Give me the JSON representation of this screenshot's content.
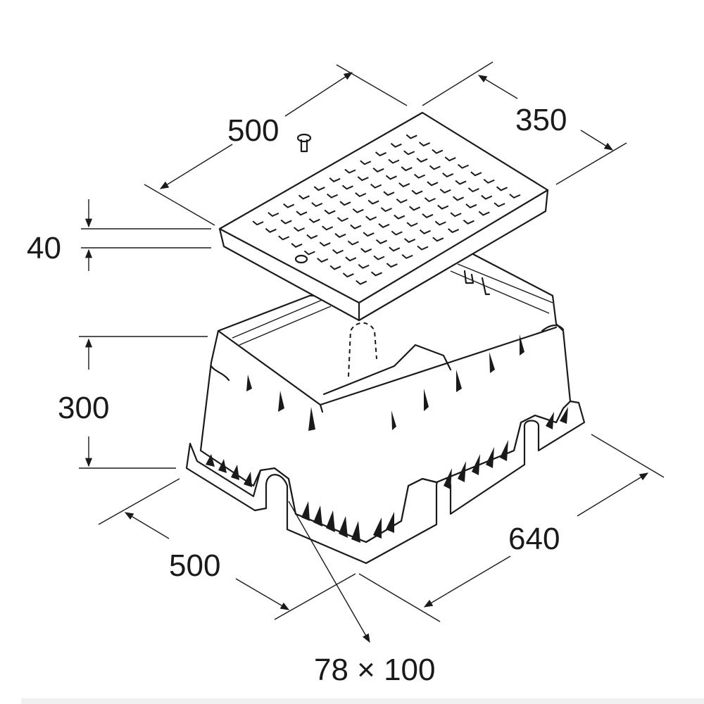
{
  "labels": {
    "lid_length": "500",
    "lid_width": "350",
    "lid_thickness": "40",
    "box_height": "300",
    "base_width": "500",
    "base_length": "640",
    "knockout_size": "78 × 100"
  },
  "colors": {
    "ink": "#1a1a1a",
    "background": "#ffffff"
  }
}
